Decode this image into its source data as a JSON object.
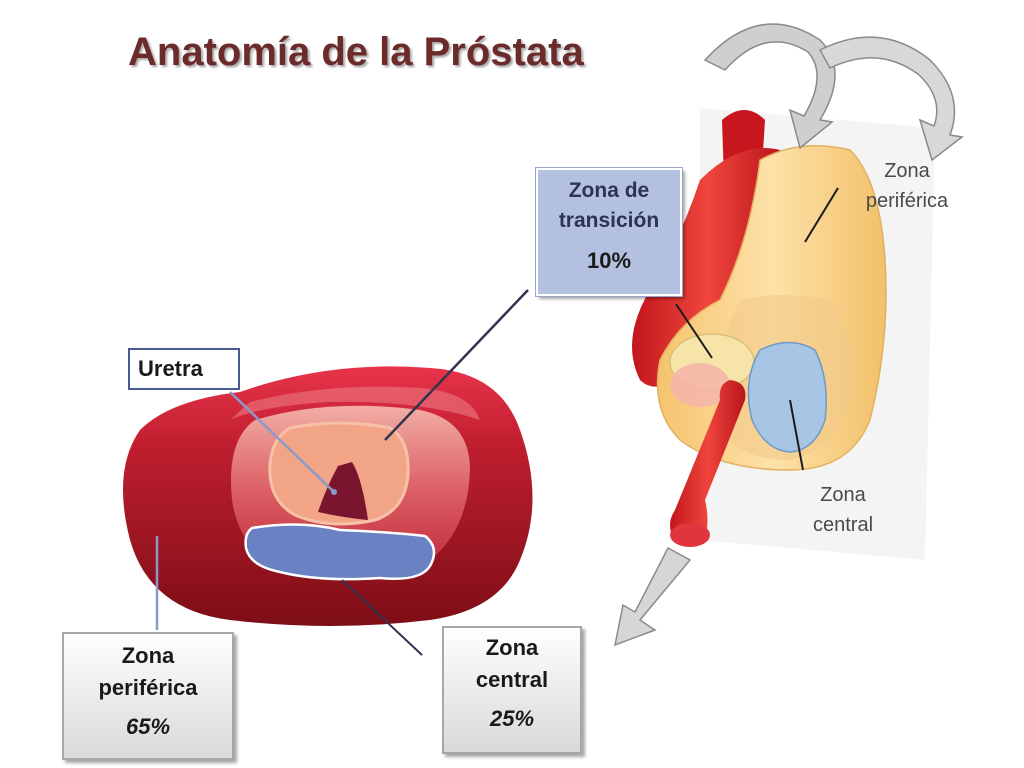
{
  "title": "Anatomía  de la Próstata",
  "labels": {
    "uretra": "Uretra",
    "zona_transicion": {
      "line1": "Zona de",
      "line2": "transición",
      "percent": "10%"
    },
    "zona_periferica_box": {
      "line1": "Zona",
      "line2": "periférica",
      "percent": "65%"
    },
    "zona_central_box": {
      "line1": "Zona",
      "line2": "central",
      "percent": "25%"
    },
    "zona_periferica_side": {
      "line1": "Zona",
      "line2": "periférica"
    },
    "zona_central_side": {
      "line1": "Zona",
      "line2": "central"
    }
  },
  "colors": {
    "title": "#6b2b2b",
    "periferica": "#9b1722",
    "transicion": "#f2a486",
    "central": "#6a82c4",
    "uretra": "#7a1530",
    "gland_yellow": "#fbd890",
    "arrow_gray": "#c8c8c8"
  }
}
